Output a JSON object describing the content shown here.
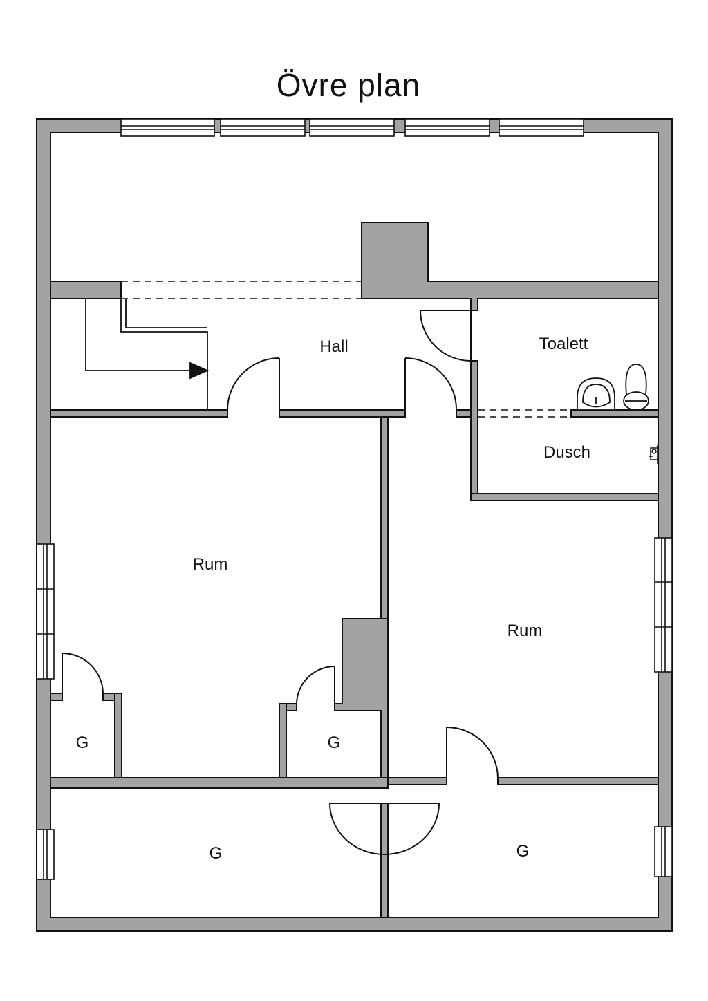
{
  "title": "Övre plan",
  "rooms": {
    "hall": "Hall",
    "toalett": "Toalett",
    "dusch": "Dusch",
    "rum_left": "Rum",
    "rum_right": "Rum",
    "g_closet_left": "G",
    "g_closet_mid": "G",
    "g_bottom_left": "G",
    "g_bottom_right": "G"
  },
  "colors": {
    "wall": "#a3a3a3",
    "line": "#111111",
    "background": "#ffffff"
  }
}
